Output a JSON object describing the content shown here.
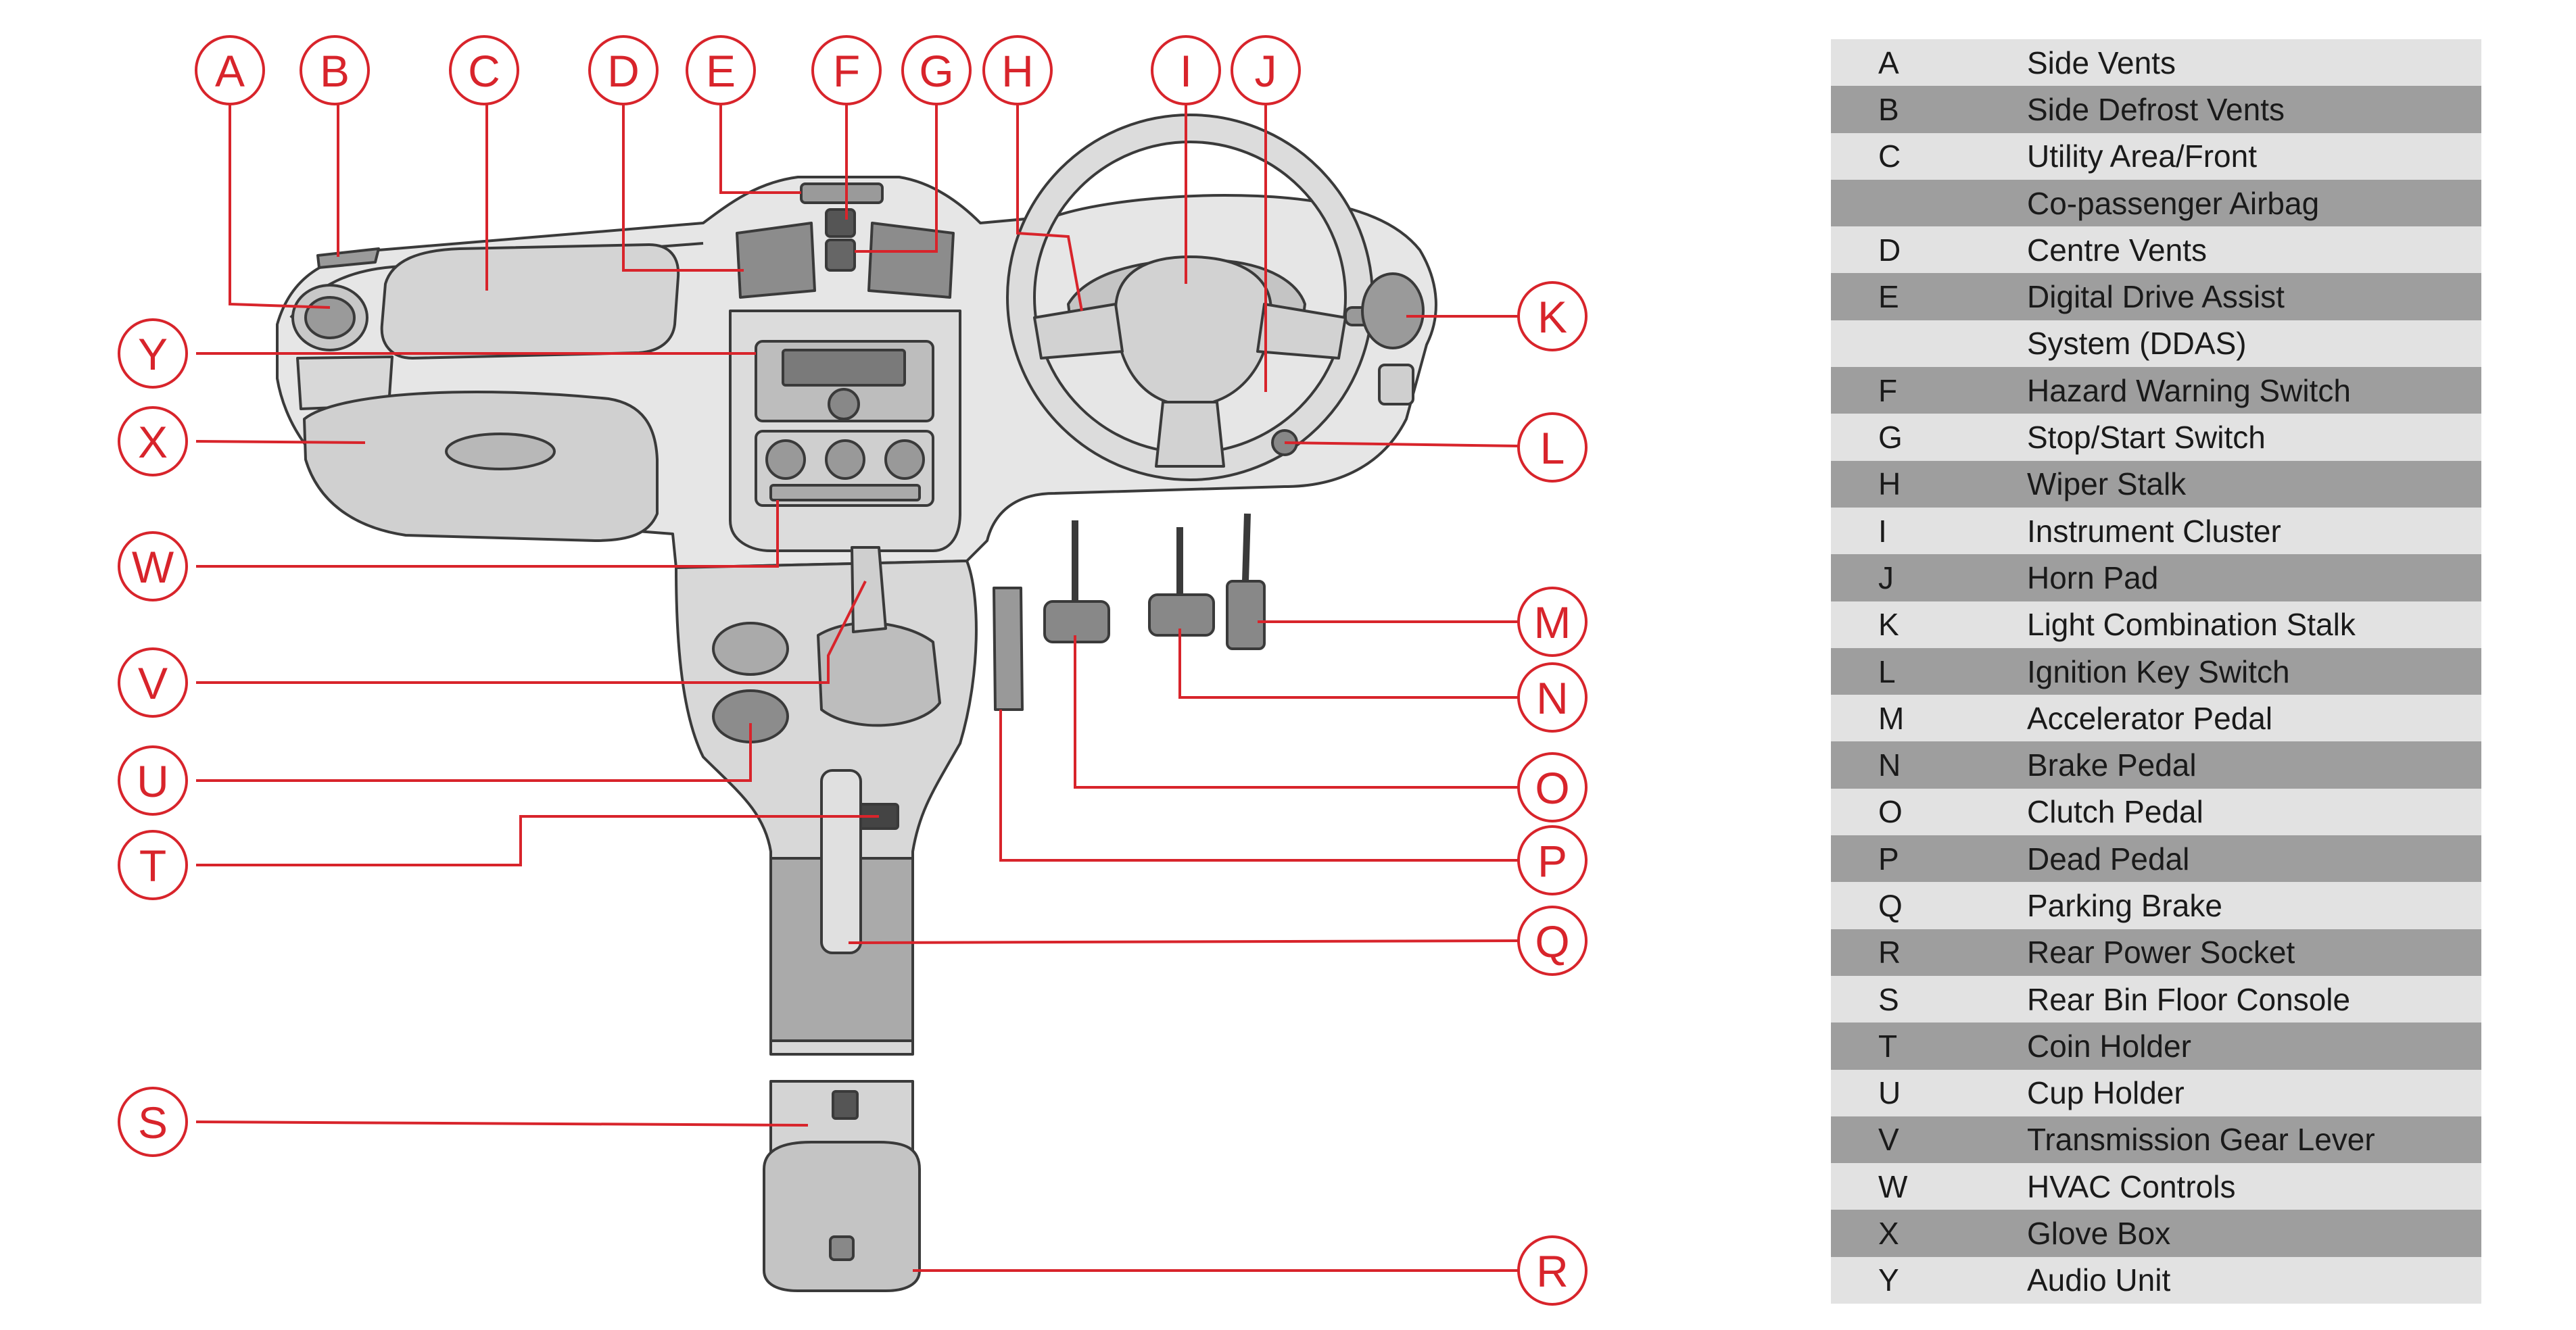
{
  "callout_letters": [
    "A",
    "B",
    "C",
    "D",
    "E",
    "F",
    "G",
    "H",
    "I",
    "J",
    "K",
    "L",
    "M",
    "N",
    "O",
    "P",
    "Q",
    "R",
    "S",
    "T",
    "U",
    "V",
    "W",
    "X",
    "Y"
  ],
  "legend_rows": [
    {
      "code": "A",
      "desc": "Side Vents",
      "shade": "light"
    },
    {
      "code": "B",
      "desc": "Side Defrost Vents",
      "shade": "dark"
    },
    {
      "code": "C",
      "desc": "Utility Area/Front",
      "shade": "light"
    },
    {
      "code": "",
      "desc": "Co-passenger Airbag",
      "shade": "dark"
    },
    {
      "code": "D",
      "desc": "Centre Vents",
      "shade": "light"
    },
    {
      "code": "E",
      "desc": "Digital Drive Assist",
      "shade": "dark"
    },
    {
      "code": "",
      "desc": "System (DDAS)",
      "shade": "light"
    },
    {
      "code": "F",
      "desc": "Hazard Warning Switch",
      "shade": "dark"
    },
    {
      "code": "G",
      "desc": "Stop/Start Switch",
      "shade": "light"
    },
    {
      "code": "H",
      "desc": "Wiper Stalk",
      "shade": "dark"
    },
    {
      "code": "I",
      "desc": "Instrument Cluster",
      "shade": "light"
    },
    {
      "code": "J",
      "desc": "Horn Pad",
      "shade": "dark"
    },
    {
      "code": "K",
      "desc": "Light Combination Stalk",
      "shade": "light"
    },
    {
      "code": "L",
      "desc": "Ignition Key Switch",
      "shade": "dark"
    },
    {
      "code": "M",
      "desc": "Accelerator Pedal",
      "shade": "light"
    },
    {
      "code": "N",
      "desc": "Brake Pedal",
      "shade": "dark"
    },
    {
      "code": "O",
      "desc": "Clutch Pedal",
      "shade": "light"
    },
    {
      "code": "P",
      "desc": "Dead Pedal",
      "shade": "dark"
    },
    {
      "code": "Q",
      "desc": "Parking Brake",
      "shade": "light"
    },
    {
      "code": "R",
      "desc": "Rear Power Socket",
      "shade": "dark"
    },
    {
      "code": "S",
      "desc": "Rear Bin Floor Console",
      "shade": "light"
    },
    {
      "code": "T",
      "desc": "Coin Holder",
      "shade": "dark"
    },
    {
      "code": "U",
      "desc": "Cup Holder",
      "shade": "light"
    },
    {
      "code": "V",
      "desc": "Transmission Gear Lever",
      "shade": "dark"
    },
    {
      "code": "W",
      "desc": "HVAC Controls",
      "shade": "light"
    },
    {
      "code": "X",
      "desc": "Glove Box",
      "shade": "dark"
    },
    {
      "code": "Y",
      "desc": "Audio Unit",
      "shade": "light"
    }
  ],
  "colors": {
    "callout_red": "#d8242b",
    "row_light": "#e2e2e2",
    "row_dark": "#9e9e9e",
    "panel_fill": "#e6e6e6",
    "outline": "#3a3a3a"
  }
}
